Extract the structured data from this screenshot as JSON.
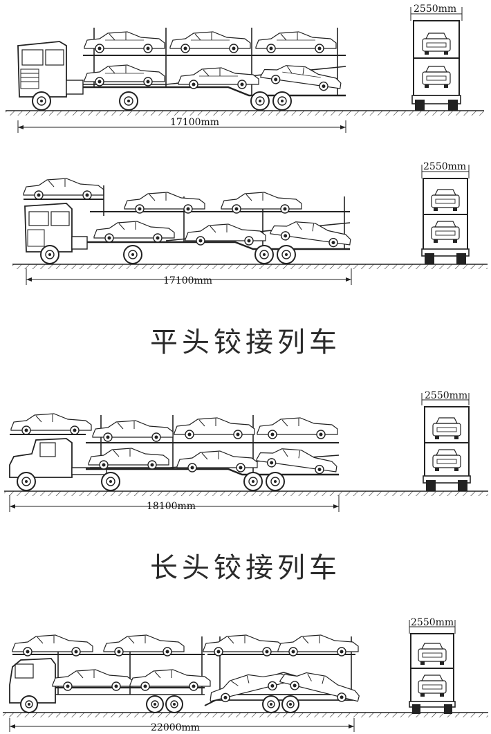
{
  "diagrams": [
    {
      "side_width": "2550mm",
      "length": "17100mm"
    },
    {
      "side_width": "2550mm",
      "length": "17100mm"
    },
    {
      "side_width": "2550mm",
      "length": "18100mm"
    },
    {
      "side_width": "2550mm",
      "length": "22000mm"
    }
  ],
  "captions": {
    "flat_head": "平头铰接列车",
    "long_head": "长头铰接列车"
  }
}
